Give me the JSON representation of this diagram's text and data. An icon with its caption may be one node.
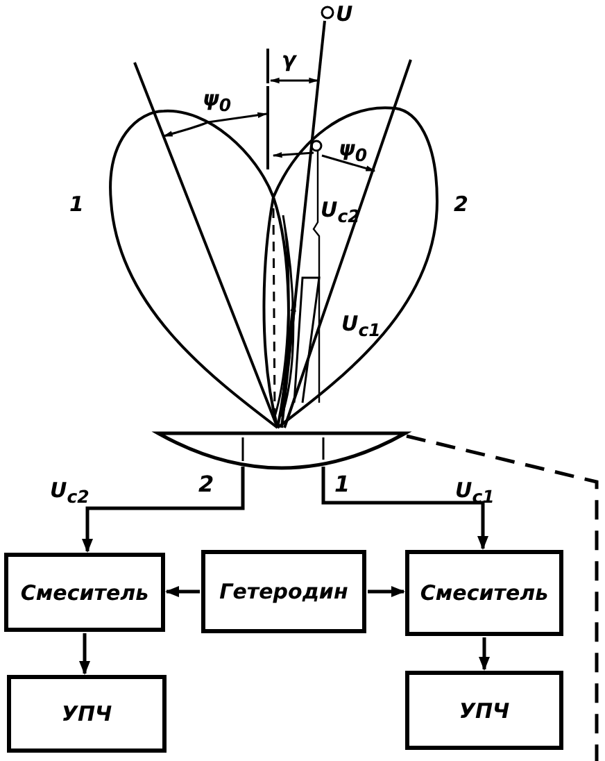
{
  "diagram": {
    "nodes": [
      {
        "text": [
          "Смеситель"
        ]
      },
      {
        "text": [
          "Гетеродин"
        ]
      },
      {
        "text": [
          "Смеситель"
        ]
      },
      {
        "text": [
          "УПЧ"
        ]
      },
      {
        "text": [
          "УПЧ"
        ]
      },
      {
        "text": [],
        "shape": "lens"
      }
    ],
    "edges": [
      {
        "from": 5,
        "to": 0,
        "arrow": "to",
        "label": "2"
      },
      {
        "from": 5,
        "to": 2,
        "arrow": "to",
        "label": "1"
      },
      {
        "from": 1,
        "to": 0,
        "arrow": "to"
      },
      {
        "from": 1,
        "to": 2,
        "arrow": "to"
      },
      {
        "from": 0,
        "to": 3,
        "arrow": "to"
      },
      {
        "from": 2,
        "to": 4,
        "arrow": "to"
      },
      {
        "from": 5,
        "to": null,
        "arrow": "none",
        "style": "dashed"
      }
    ],
    "labels": [
      "U",
      "γ",
      "ψ$_{0}$",
      "ψ$_{0}$",
      "1",
      "2",
      "U$_{c2}$",
      "U$_{c1}$",
      "U$_{c2}$",
      "U$_{c1}$"
    ]
  }
}
